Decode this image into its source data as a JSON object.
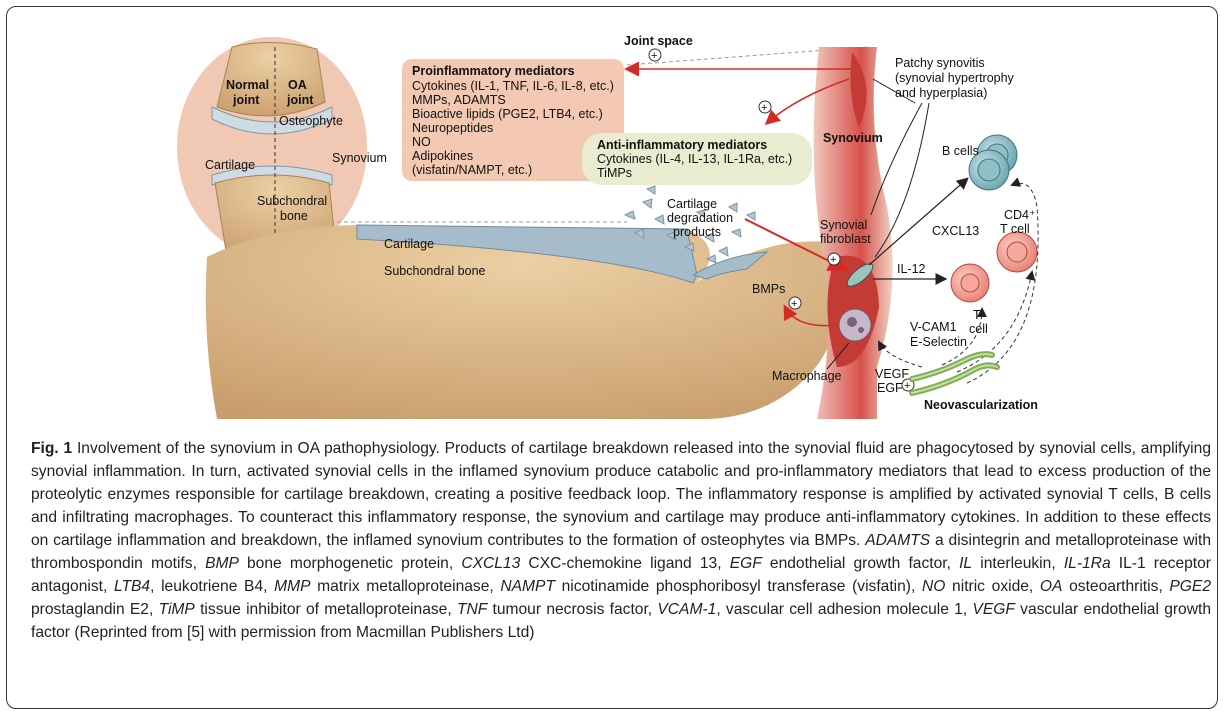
{
  "diagram": {
    "joint": {
      "normal": "Normal",
      "normal2": "joint",
      "oa": "OA",
      "oa2": "joint",
      "osteophyte": "Osteophyte",
      "cartilage": "Cartilage",
      "synovium": "Synovium",
      "subchondral": "Subchondral",
      "bone": "bone"
    },
    "joint_space": "Joint space",
    "proinflammatory": {
      "title": "Proinflammatory mediators",
      "lines": [
        "Cytokines (IL-1, TNF, IL-6, IL-8, etc.)",
        "MMPs, ADAMTS",
        "Bioactive lipids (PGE2, LTB4, etc.)",
        "Neuropeptides",
        "NO",
        "Adipokines",
        "(visfatin/NAMPT, etc.)"
      ]
    },
    "antiinflammatory": {
      "title": "Anti-inflammatory mediators",
      "lines": [
        "Cytokines (IL-4, IL-13, IL-1Ra, etc.)",
        "TiMPs"
      ]
    },
    "synovitis": [
      "Patchy synovitis",
      "(synovial hypertrophy",
      "and hyperplasia)"
    ],
    "synovium_label": "Synovium",
    "degradation": [
      "Cartilage",
      "degradation",
      "products"
    ],
    "cartilage_label": "Cartilage",
    "subchondral_label": "Subchondral bone",
    "bmps": "BMPs",
    "fibroblast": [
      "Synovial",
      "fibroblast"
    ],
    "b_cells": "B cells",
    "cxcl13": "CXCL13",
    "cd4": [
      "CD4⁺",
      "T cell"
    ],
    "il12": "IL-12",
    "t_cell": [
      "T",
      "cell"
    ],
    "vcam": [
      "V-CAM1",
      "E-Selectin"
    ],
    "macrophage": "Macrophage",
    "vegf": [
      "VEGF",
      "EGF"
    ],
    "neovascularization": "Neovascularization",
    "plus": "+"
  },
  "caption": {
    "fig_label": "Fig. 1",
    "body": " Involvement of the synovium in OA pathophysiology. Products of cartilage breakdown released into the synovial fluid are phagocytosed by synovial cells, amplifying synovial inflammation. In turn, activated synovial cells in the inflamed synovium produce catabolic and pro-inflammatory mediators that lead to excess production of the proteolytic enzymes responsible for cartilage breakdown, creating a positive feedback loop. The inflammatory response is amplified by activated synovial T cells, B cells and infiltrating macrophages. To counteract this inflammatory response, the synovium and cartilage may produce anti-inflammatory cytokines. In addition to these effects on cartilage inflammation and breakdown, the inflamed synovium contributes to the formation of osteophytes via BMPs. ",
    "abbreviations": [
      {
        "term": "ADAMTS",
        "def": " a disintegrin and metalloproteinase with thrombospondin motifs, "
      },
      {
        "term": "BMP",
        "def": " bone morphogenetic protein, "
      },
      {
        "term": "CXCL13",
        "def": " CXC-chemokine ligand 13, "
      },
      {
        "term": "EGF",
        "def": " endothelial growth factor, "
      },
      {
        "term": "IL",
        "def": " interleukin, "
      },
      {
        "term": "IL-1Ra",
        "def": " IL-1 receptor antagonist, "
      },
      {
        "term": "LTB4",
        "def": ", leukotriene B4, "
      },
      {
        "term": "MMP",
        "def": " matrix metalloproteinase, "
      },
      {
        "term": "NAMPT",
        "def": " nicotinamide phosphoribosyl transferase (visfatin), "
      },
      {
        "term": "NO",
        "def": " nitric oxide, "
      },
      {
        "term": "OA",
        "def": " osteoarthritis, "
      },
      {
        "term": "PGE2",
        "def": " prostaglandin E2, "
      },
      {
        "term": "TiMP",
        "def": " tissue inhibitor of metalloproteinase, "
      },
      {
        "term": "TNF",
        "def": " tumour necrosis factor, "
      },
      {
        "term": "VCAM-1",
        "def": ", vascular cell adhesion molecule 1, "
      },
      {
        "term": "VEGF",
        "def": " vascular endothelial growth factor (Reprinted from [5] with permission from Macmillan Publishers Ltd)"
      }
    ]
  },
  "colors": {
    "pro_box": "#f3c9b3",
    "anti_box": "#e9eccf",
    "synovium": "#d6514a",
    "bone": "#d8b487",
    "cartilage": "#a7bcca",
    "arrow_red": "#d42a25",
    "cell": "#5f9ea8",
    "t_cell": "#e5786a"
  }
}
